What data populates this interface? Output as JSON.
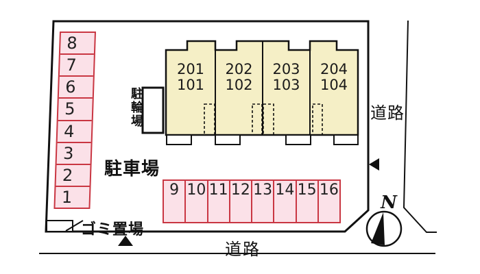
{
  "diagram": {
    "building": {
      "units": [
        {
          "upper": "201",
          "lower": "101"
        },
        {
          "upper": "202",
          "lower": "102"
        },
        {
          "upper": "203",
          "lower": "103"
        },
        {
          "upper": "204",
          "lower": "104"
        }
      ]
    },
    "labels": {
      "parking_lot": "駐車場",
      "bicycle_parking": "駐輪場",
      "garbage_area": "ゴミ置場",
      "road_right": "道路",
      "road_bottom": "道路",
      "north": "N"
    },
    "parking_left": {
      "spaces": [
        "8",
        "7",
        "6",
        "5",
        "4",
        "3",
        "2",
        "1"
      ]
    },
    "parking_bottom": {
      "spaces": [
        "9",
        "10",
        "11",
        "12",
        "13",
        "14",
        "15",
        "16"
      ]
    },
    "colors": {
      "building_fill": "#f5efc6",
      "parking_fill": "#fbe1e8",
      "parking_border": "#c93642",
      "line": "#111111",
      "background": "#ffffff"
    }
  }
}
